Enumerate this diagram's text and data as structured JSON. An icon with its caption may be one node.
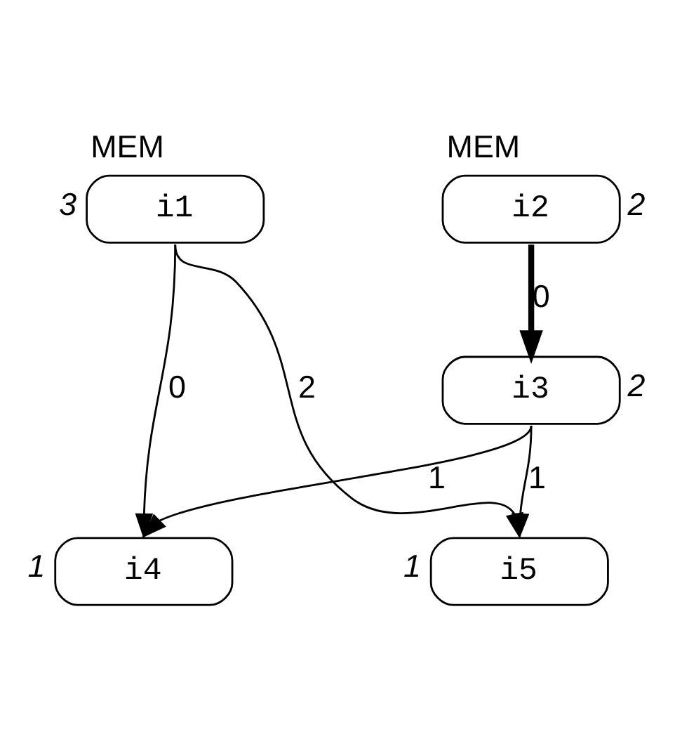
{
  "diagram": {
    "nodes": [
      {
        "text": [
          "i1"
        ],
        "beside": [
          "MEM",
          "3"
        ]
      },
      {
        "text": [
          "i2"
        ],
        "beside": [
          "MEM",
          "2"
        ]
      },
      {
        "text": [
          "i3"
        ],
        "beside": [
          "2"
        ]
      },
      {
        "text": [
          "i4"
        ],
        "beside": [
          "1"
        ]
      },
      {
        "text": [
          "i5"
        ],
        "beside": [
          "1"
        ]
      }
    ],
    "edges": [
      {
        "from": 0,
        "to": 3,
        "arrow": "to",
        "label": "0"
      },
      {
        "from": 0,
        "to": 4,
        "arrow": "to",
        "label": "2"
      },
      {
        "from": 1,
        "to": 2,
        "arrow": "to",
        "label": "0",
        "style": "thick"
      },
      {
        "from": 2,
        "to": 3,
        "arrow": "to",
        "label": "1"
      },
      {
        "from": 2,
        "to": 4,
        "arrow": "to",
        "label": "1"
      }
    ]
  }
}
